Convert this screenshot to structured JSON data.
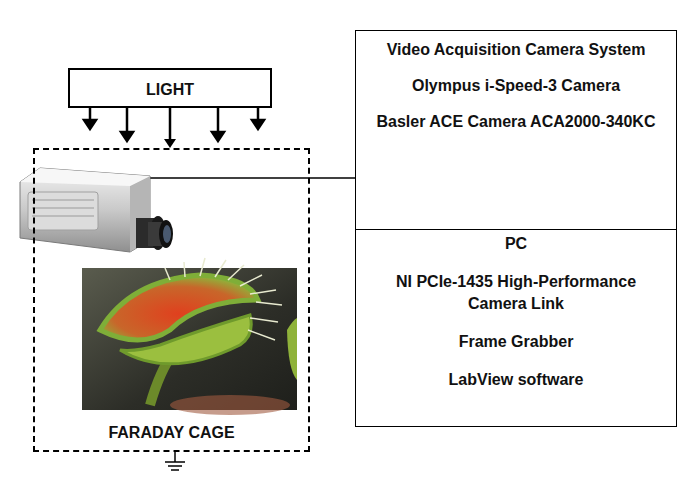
{
  "diagram": {
    "nodes": [
      {
        "text": [
          "LIGHT"
        ]
      },
      {
        "text": [
          "FARADAY CAGE"
        ]
      },
      {
        "text": [
          "Video Acquisition Camera System",
          "Olympus i-Speed-3 Camera",
          "Basler ACE Camera ACA2000-340KC"
        ]
      },
      {
        "text": [
          "PC",
          "NI PCIe-1435 High-Performance Camera Link",
          "Frame Grabber",
          "LabView software"
        ]
      }
    ],
    "edges": [
      {
        "from": 0,
        "to": 1,
        "arrow": "to"
      },
      {
        "from": 1,
        "to": 2,
        "arrow": "none"
      }
    ]
  }
}
